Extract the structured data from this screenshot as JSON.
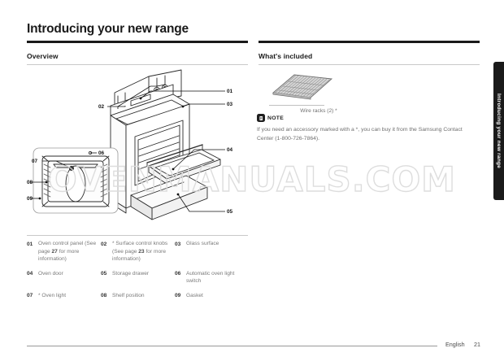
{
  "document": {
    "title": "Introducing your new range",
    "side_tab_label": "Introducing your new range"
  },
  "sections": {
    "overview": {
      "heading": "Overview"
    },
    "included": {
      "heading": "What's included",
      "item_caption": "Wire racks (2) *",
      "item_icon": "wire-rack-icon"
    }
  },
  "note": {
    "icon": "note-icon",
    "label": "NOTE",
    "body": "If you need an accessory marked with a *, you can buy it from the Samsung Contact Center (1-800-726-7864)."
  },
  "watermark": {
    "text": "OVENMANUALS.COM"
  },
  "callouts": [
    {
      "id": "01",
      "label": "01"
    },
    {
      "id": "02",
      "label": "02"
    },
    {
      "id": "03",
      "label": "03"
    },
    {
      "id": "04",
      "label": "04"
    },
    {
      "id": "05",
      "label": "05"
    },
    {
      "id": "06",
      "label": "06"
    },
    {
      "id": "07",
      "label": "07"
    },
    {
      "id": "08",
      "label": "08"
    },
    {
      "id": "09",
      "label": "09"
    }
  ],
  "legend": {
    "rows": [
      [
        {
          "num": "01",
          "text": "Oven control panel (See page ",
          "bold": "27",
          "text2": " for more information)"
        },
        {
          "num": "02",
          "text": "* Surface control knobs (See page ",
          "bold": "23",
          "text2": " for more information)"
        },
        {
          "num": "03",
          "text": "Glass surface",
          "bold": "",
          "text2": ""
        }
      ],
      [
        {
          "num": "04",
          "text": "Oven door",
          "bold": "",
          "text2": ""
        },
        {
          "num": "05",
          "text": "Storage drawer",
          "bold": "",
          "text2": ""
        },
        {
          "num": "06",
          "text": "Automatic oven light switch",
          "bold": "",
          "text2": ""
        }
      ],
      [
        {
          "num": "07",
          "text": "* Oven light",
          "bold": "",
          "text2": ""
        },
        {
          "num": "08",
          "text": "Shelf position",
          "bold": "",
          "text2": ""
        },
        {
          "num": "09",
          "text": "Gasket",
          "bold": "",
          "text2": ""
        }
      ]
    ]
  },
  "footer": {
    "language": "English",
    "page_number": "21"
  },
  "colors": {
    "rule_dark": "#1a1a1a",
    "rule_light": "#c9c9c9",
    "body_text": "#7a7a7a",
    "tab_bg": "#1a1a1a"
  }
}
